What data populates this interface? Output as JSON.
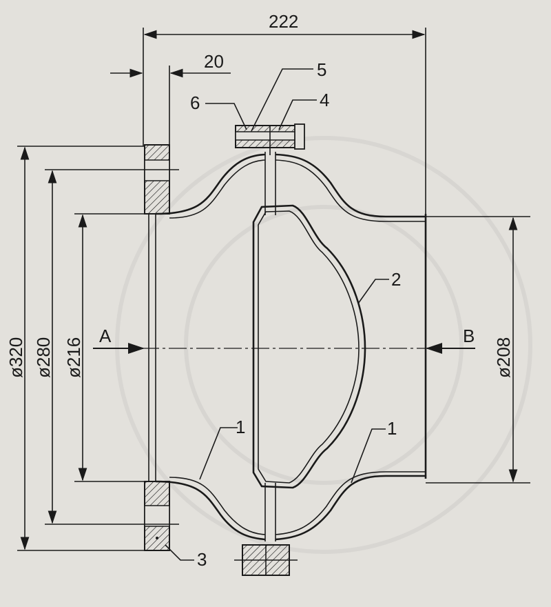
{
  "dimensions": {
    "overall_length": "222",
    "flange_thickness": "20",
    "d320": "ø320",
    "d280": "ø280",
    "d216": "ø216",
    "d208": "ø208"
  },
  "part_labels": {
    "p1_left": "1",
    "p1_right": "1",
    "p2": "2",
    "p3": "3",
    "p4": "4",
    "p5": "5",
    "p6": "6"
  },
  "flow_labels": {
    "inlet": "A",
    "outlet": "B"
  },
  "colors": {
    "background": "#e3e1dc",
    "line": "#1a1a1a"
  }
}
